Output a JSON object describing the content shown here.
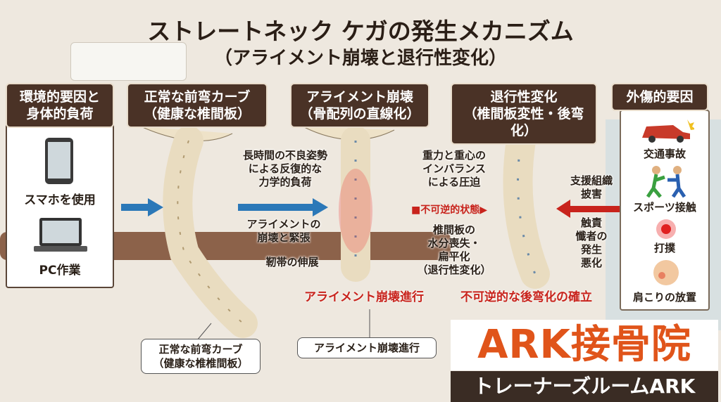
{
  "title": "ストレートネック ケガの発生メカニズム",
  "subtitle": "（アライメント崩壊と退行性変化）",
  "panels": [
    {
      "title": "環境的要因と",
      "subtitle": "身体的負荷"
    },
    {
      "title": "正常な前弯カーブ",
      "subtitle": "（健康な椎間板）"
    },
    {
      "title": "アライメント崩壊",
      "subtitle": "（骨配列の直線化）"
    },
    {
      "title": "退行性変化",
      "subtitle": "（椎間板変性・後弯化）"
    },
    {
      "title": "外傷的要因"
    }
  ],
  "environment": {
    "items": [
      {
        "icon": "smartphone-icon",
        "label": "スマホを使用"
      },
      {
        "icon": "laptop-icon",
        "label": "PC作業"
      }
    ]
  },
  "trauma": {
    "items": [
      {
        "icon": "car-crash-icon",
        "label": "交通事故"
      },
      {
        "icon": "sports-contact-icon",
        "label": "スポーツ接触"
      },
      {
        "icon": "impact-burst-icon",
        "label": "打撲"
      },
      {
        "icon": "shoulder-pain-icon",
        "label": "肩こりの放置"
      }
    ]
  },
  "annotations": {
    "load": [
      "長時間の不良姿勢",
      "による反復的な",
      "力学的負荷"
    ],
    "collapse": [
      "アライメントの",
      "崩壊と緊張"
    ],
    "ligament": "靭帯の伸展",
    "gravity": [
      "重力と重心の",
      "インバランス",
      "による圧迫"
    ],
    "irreversible": "不可逆的状態",
    "disc": [
      "椎間板の",
      "水分喪失・",
      "扁平化",
      "（退行性変化）"
    ],
    "support": [
      "支援組織",
      "披害"
    ],
    "sensor": [
      "触責",
      "懺者の",
      "発生",
      "悪化"
    ]
  },
  "progress_labels": {
    "collapse": "アライメント崩壊進行",
    "kyphosis": "不可逆的な後弯化の確立"
  },
  "callouts": {
    "normal": [
      "正常な前弯カーブ",
      "（健康な椎椎間板）"
    ],
    "collapse": "アライメント崩壊進行"
  },
  "logo": {
    "name": "ARK接骨院",
    "tagline": "トレーナーズルームARK"
  },
  "colors": {
    "header": "#4a3226",
    "arrow_blue": "#2b78b8",
    "arrow_red": "#c8231c",
    "logo_orange": "#e0541a"
  }
}
